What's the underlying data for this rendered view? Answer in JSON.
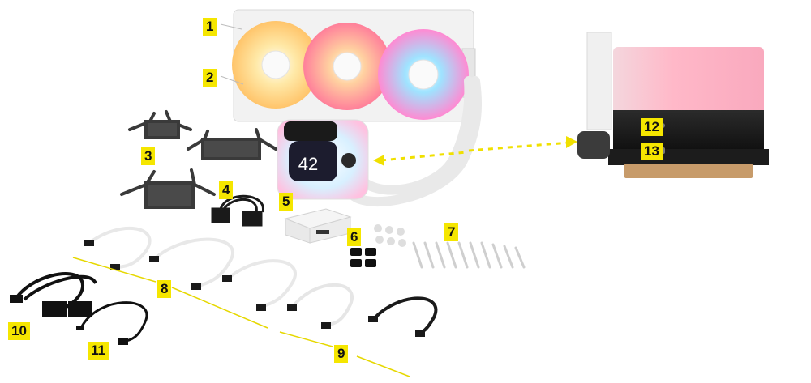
{
  "colors": {
    "callout_bg": "#f5e600",
    "callout_text": "#111111",
    "leader_line": "#e6d800",
    "dashed_arrow": "#f0e000",
    "cable_black": "#1a1a1a",
    "cable_white": "#e8e8e8",
    "bracket": "#3a3a3a",
    "radiator_frame": "#efefef",
    "fan_colors": [
      "#ffd27a",
      "#ff8fa8",
      "#ff9ad6"
    ]
  },
  "pump_display": {
    "value": "42"
  },
  "callouts": [
    {
      "id": "1",
      "text": "1",
      "target": "radiator"
    },
    {
      "id": "2",
      "text": "2",
      "target": "fans"
    },
    {
      "id": "3",
      "text": "3",
      "target": "mounting-brackets"
    },
    {
      "id": "4",
      "text": "4",
      "target": "power-cable"
    },
    {
      "id": "5",
      "text": "5",
      "target": "controller-hub"
    },
    {
      "id": "6",
      "text": "6",
      "target": "thermal-pads"
    },
    {
      "id": "7",
      "text": "7",
      "target": "screws"
    },
    {
      "id": "8",
      "text": "8",
      "target": "fan-cables"
    },
    {
      "id": "9",
      "text": "9",
      "target": "hub-cables"
    },
    {
      "id": "10",
      "text": "10",
      "target": "splitter-cable"
    },
    {
      "id": "11",
      "text": "11",
      "target": "rgb-cable"
    },
    {
      "id": "12",
      "text": "12",
      "target": "usb-c-port"
    },
    {
      "id": "13",
      "text": "13",
      "target": "usb-port"
    }
  ],
  "icons": {
    "radiator": "radiator-icon",
    "fan": "fan-icon",
    "pump": "pump-head-icon",
    "hub": "controller-hub-icon",
    "bracket": "bracket-icon"
  }
}
